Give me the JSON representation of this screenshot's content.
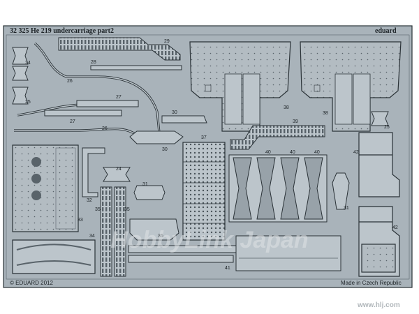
{
  "sheet": {
    "title": "32 325 He 219 undercarriage   part2",
    "brand": "eduard",
    "copyright": "© EDUARD 2012",
    "origin": "Made in Czech Republic"
  },
  "watermark": {
    "main": "HobbyLink Japan",
    "url": "www.hlj.com"
  },
  "colors": {
    "fret": "#a9b3ba",
    "part": "#bcc5cb",
    "edge": "#2a3237"
  },
  "part_numbers": {
    "p24a": "24",
    "p25a": "25",
    "p26a": "26",
    "p26b": "26",
    "p27a": "27",
    "p27b": "27",
    "p28": "28",
    "p29": "29",
    "p30a": "30",
    "p30b": "30",
    "p37": "37",
    "p38a": "38",
    "p38b": "38",
    "p39": "39",
    "p25b": "25",
    "p40a": "40",
    "p40b": "40",
    "p40c": "40",
    "p42a": "42",
    "p42b": "42",
    "p24b": "24",
    "p31a": "31",
    "p31b": "31",
    "p32": "32",
    "p33": "33",
    "p34": "34",
    "p35a": "35",
    "p35b": "35",
    "p36": "36",
    "p41": "41"
  }
}
